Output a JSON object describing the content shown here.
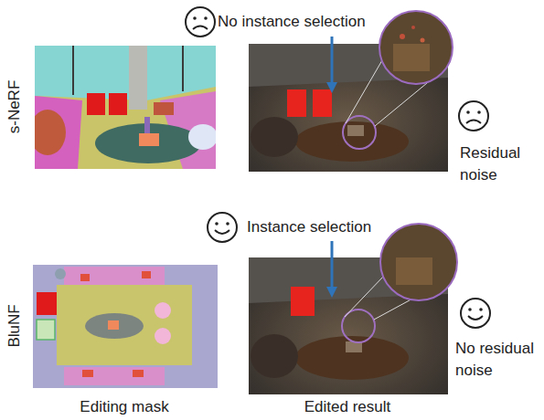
{
  "diagram": {
    "labels": [
      "No instance selection",
      "s-NeRF",
      "Residual noise",
      "Instance selection",
      "BluNF",
      "No residual noise",
      "Editing mask",
      "Edited result"
    ]
  }
}
